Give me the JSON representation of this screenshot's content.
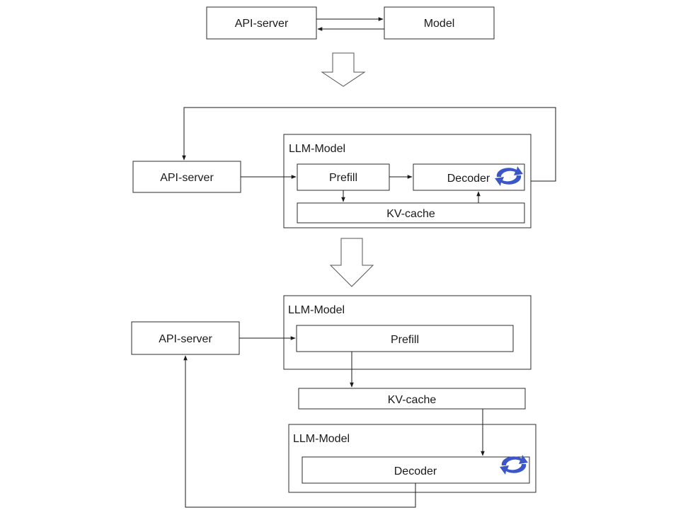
{
  "labels": {
    "api_server": "API-server",
    "model": "Model",
    "llm_model": "LLM-Model",
    "prefill": "Prefill",
    "decoder": "Decoder",
    "kv_cache": "KV-cache"
  },
  "icons": {
    "transition_arrow": "down-arrow-icon",
    "decode_loop": "refresh-cycle-icon"
  },
  "colors": {
    "cycle_icon": "#3a56c8",
    "stroke": "#2b2b2b"
  }
}
